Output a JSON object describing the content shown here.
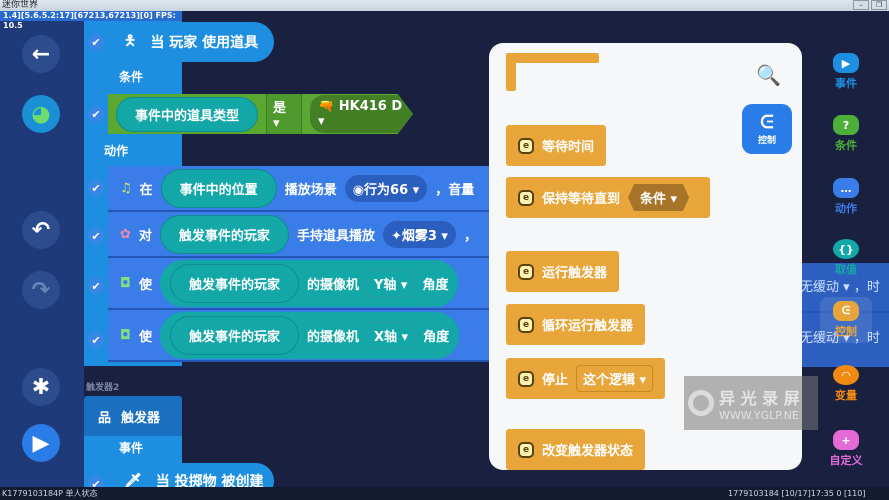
{
  "window": {
    "title": "迷你世界",
    "debug": "1.4][5.6.5.2:17][67213,67213][0] FPS: 10.5"
  },
  "sidebar": {
    "icons": [
      "back-arrow-icon",
      "globe-icon",
      "undo-icon",
      "redo-icon",
      "bug-icon",
      "play-icon"
    ]
  },
  "script1": {
    "event": "当 玩家 使用道具",
    "condition_label": "条件",
    "condition": {
      "param": "事件中的道具类型",
      "op": "是",
      "item": "HK416 D"
    },
    "action_label": "动作",
    "actions": [
      {
        "verb": "在",
        "target": "事件中的位置",
        "text": "播放场景",
        "dd": "行为66",
        "tail": "，音量"
      },
      {
        "verb": "对",
        "target": "触发事件的玩家",
        "text": "手持道具播放",
        "dd": "烟雾3",
        "tail": "，"
      },
      {
        "verb": "使",
        "target": "触发事件的玩家",
        "text": "的摄像机",
        "dd": "Y轴",
        "tail": "角度"
      },
      {
        "verb": "使",
        "target": "触发事件的玩家",
        "text": "的摄像机",
        "dd": "X轴",
        "tail": "角度"
      }
    ],
    "easing": [
      "无缓动",
      "无缓动"
    ],
    "easing_tail": "，时"
  },
  "script2": {
    "group": "触发器2",
    "header": "触发器",
    "event_label": "事件",
    "event": "当 投掷物 被创建"
  },
  "palette": {
    "blocks": [
      "等待时间",
      "保持等待直到",
      "运行触发器",
      "循环运行触发器",
      "停止",
      "改变触发器状态"
    ],
    "cond_dd": "条件",
    "stop_dd": "这个逻辑",
    "selected_tab": "控制"
  },
  "categories": [
    {
      "label": "事件",
      "color": "#1e8fe0"
    },
    {
      "label": "条件",
      "color": "#4caf3a"
    },
    {
      "label": "动作",
      "color": "#3b7de8"
    },
    {
      "label": "取值",
      "color": "#14a7a8"
    },
    {
      "label": "控制",
      "color": "#e8a63a"
    },
    {
      "label": "变量",
      "color": "#f08a10"
    },
    {
      "label": "自定义",
      "color": "#e46bd6"
    }
  ],
  "status": {
    "left": "K1779103184P 单人状态",
    "right": "1779103184   [10/17]17:35 0   [110]"
  },
  "watermark": {
    "title": "异 光 录 屏",
    "url": "WWW.YGLP.NE"
  }
}
